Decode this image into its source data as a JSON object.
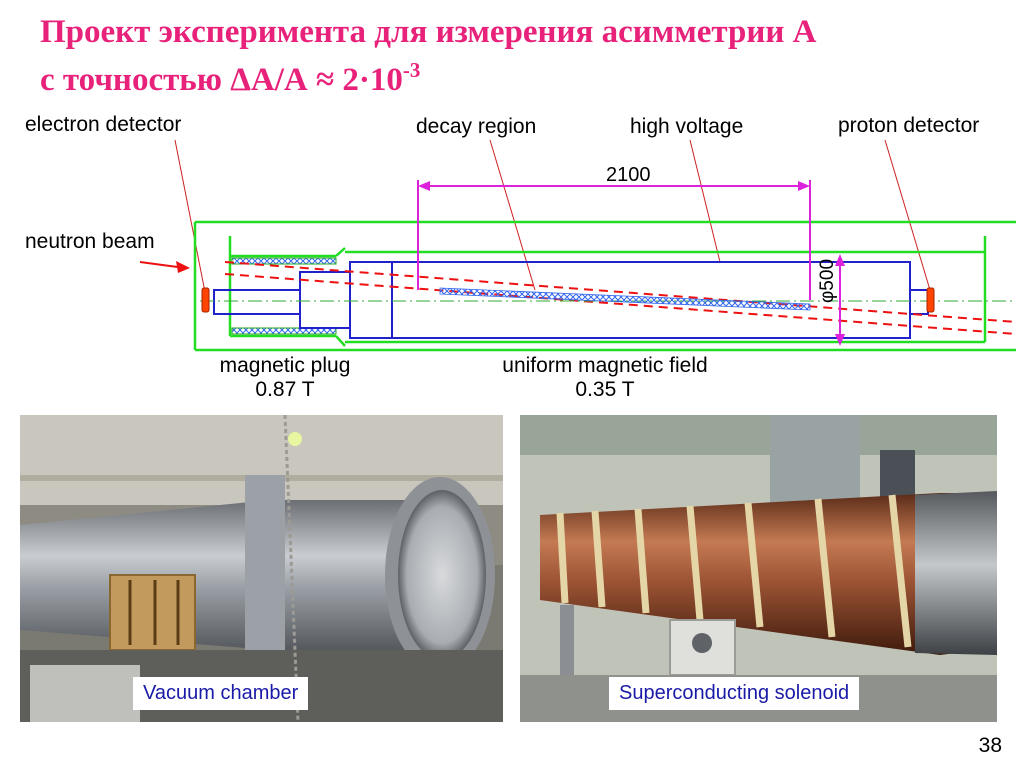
{
  "slide": {
    "title_line1": "Проект эксперимента для измерения асимметрии А",
    "title_line2_prefix": "с точностью ΔА/А ≈ 2·10",
    "title_line2_exponent": "-3",
    "page_number": "38"
  },
  "diagram": {
    "labels": {
      "electron_detector": "electron detector",
      "decay_region": "decay region",
      "high_voltage": "high voltage",
      "proton_detector": "proton detector",
      "neutron_beam": "neutron beam",
      "magnetic_plug": "magnetic plug",
      "magnetic_plug_value": "0.87 T",
      "uniform_field": "uniform magnetic field",
      "uniform_field_value": "0.35 T"
    },
    "dimensions": {
      "length": "2100",
      "diameter": "φ500"
    },
    "colors": {
      "solenoid_outline": "#22dd22",
      "electrode": "#2222cc",
      "dimension": "#dd22dd",
      "beam": "#ee1111",
      "detector": "#ff4400",
      "decay_hatch": "#3366ee"
    }
  },
  "photos": {
    "left_caption": "Vacuum chamber",
    "right_caption": "Superconducting solenoid"
  }
}
